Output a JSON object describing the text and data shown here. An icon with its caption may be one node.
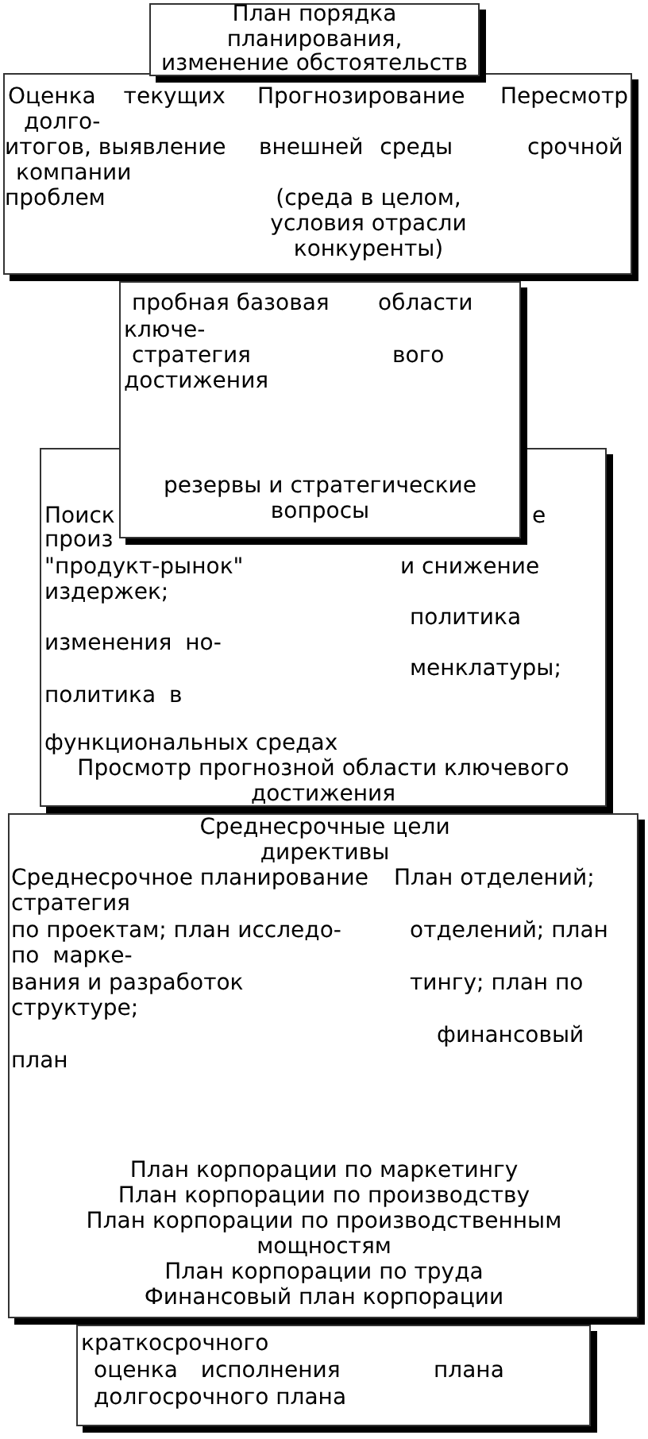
{
  "diagram": {
    "nodes": [
      {
        "text": [
          "План порядка планирования, изменение обстоятельств"
        ]
      },
      {
        "text": [
          "Оценка текущих",
          "Прогнозирование",
          "Пересмотр",
          "долго-",
          "итогов, выявление",
          "внешней среды",
          "срочной",
          "компании",
          "проблем",
          "(среда в целом, условия отрасли конкуренты)"
        ]
      },
      {
        "text": [
          "пробная базовая",
          "области",
          "ключе-",
          "стратегия",
          "вого",
          "достижения",
          "резервы и стратегические вопросы"
        ]
      },
      {
        "text": [
          "Поиск",
          "е",
          "произ",
          "\"продукт-рынок\"",
          "и снижение",
          "издержек;",
          "политика",
          "изменения но-",
          "менклатуры;",
          "политика в",
          "функциональных средах",
          "Просмотр прогнозной области ключевого достижения"
        ]
      },
      {
        "text": [
          "Среднесрочные цели директивы",
          "Среднесрочное планирование",
          "План отделений;",
          "стратегия",
          "по проектам; план исследо-",
          "отделений; план",
          "по марке-",
          "вания и разработок",
          "тингу; план по",
          "структуре;",
          "финансовый",
          "план",
          "План корпорации по маркетингу",
          "План корпорации по производству",
          "План корпорации по производственным мощностям",
          "План корпорации по труда",
          "Финансовый план корпорации"
        ]
      },
      {
        "text": [
          "краткосрочного",
          "оценка исполнения",
          "плана",
          "долгосрочного плана"
        ]
      }
    ]
  }
}
